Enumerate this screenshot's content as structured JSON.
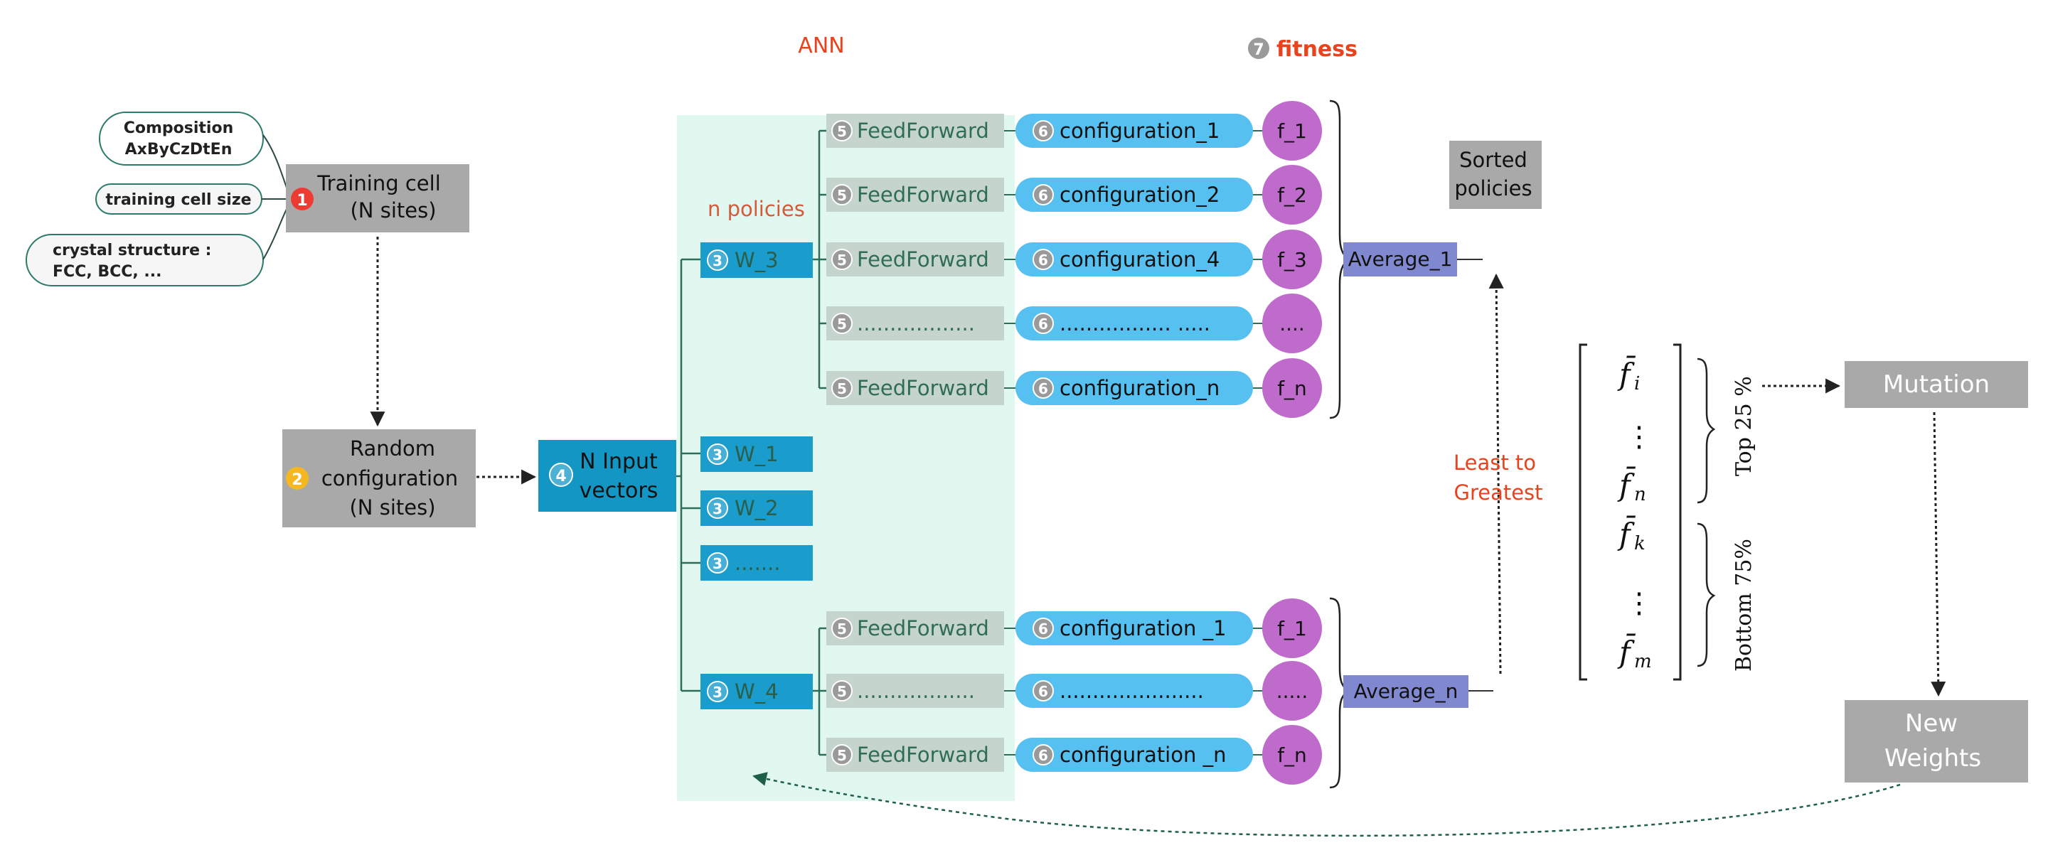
{
  "header": {
    "ann": "ANN",
    "fitness": "fitness",
    "fitness_badge": "7",
    "n_policies": "n policies"
  },
  "inputs": {
    "composition_1": "Composition",
    "composition_2": "AxByCzDtEn",
    "cell_size": "training cell size",
    "crystal_1": "crystal structure :",
    "crystal_2": "FCC, BCC, ..."
  },
  "training": {
    "badge": "1",
    "line1": "Training cell",
    "line2": "(N sites)"
  },
  "random": {
    "badge": "2",
    "line1": "Random",
    "line2": "configuration",
    "line3": "(N sites)"
  },
  "input_vectors": {
    "badge": "4",
    "line1": "N Input",
    "line2": "vectors"
  },
  "weights": [
    {
      "badge": "3",
      "label": "W_3"
    },
    {
      "badge": "3",
      "label": "W_1"
    },
    {
      "badge": "3",
      "label": "W_2"
    },
    {
      "badge": "3",
      "label": "......."
    },
    {
      "badge": "3",
      "label": "W_4"
    }
  ],
  "top_rows": [
    {
      "ff_badge": "5",
      "ff": "FeedForward",
      "cfg_badge": "6",
      "cfg": "configuration_1",
      "fit": "f_1"
    },
    {
      "ff_badge": "5",
      "ff": "FeedForward",
      "cfg_badge": "6",
      "cfg": "configuration_2",
      "fit": "f_2"
    },
    {
      "ff_badge": "5",
      "ff": "FeedForward",
      "cfg_badge": "6",
      "cfg": "configuration_4",
      "fit": "f_3"
    },
    {
      "ff_badge": "5",
      "ff": "..................",
      "cfg_badge": "6",
      "cfg": "................. .....",
      "fit": "...."
    },
    {
      "ff_badge": "5",
      "ff": "FeedForward",
      "cfg_badge": "6",
      "cfg": "configuration_n",
      "fit": "f_n"
    }
  ],
  "bottom_rows": [
    {
      "ff_badge": "5",
      "ff": "FeedForward",
      "cfg_badge": "6",
      "cfg": "configuration _1",
      "fit": "f_1"
    },
    {
      "ff_badge": "5",
      "ff": "..................",
      "cfg_badge": "6",
      "cfg": "......................",
      "fit": "....."
    },
    {
      "ff_badge": "5",
      "ff": "FeedForward",
      "cfg_badge": "6",
      "cfg": "configuration _n",
      "fit": "f_n"
    }
  ],
  "averages": {
    "top": "Average_1",
    "bottom": "Average_n"
  },
  "sorted": {
    "line1": "Sorted",
    "line2": "policies"
  },
  "least_greatest": {
    "line1": "Least to",
    "line2": "Greatest"
  },
  "ranking": {
    "f_i": "f̄",
    "f_i_sub": "i",
    "f_n": "f̄",
    "f_n_sub": "n",
    "f_k": "f̄",
    "f_k_sub": "k",
    "f_m": "f̄",
    "f_m_sub": "m",
    "vdots": "⋮",
    "top": "Top 25 %",
    "bottom": "Bottom 75%"
  },
  "mutation": "Mutation",
  "new_weights": {
    "line1": "New",
    "line2": "Weights"
  },
  "colors": {
    "gray_box": "#a9a9a9",
    "teal_box": "#1396c4",
    "weight_box": "#1a9ccc",
    "ff_box": "#c5d4cc",
    "cfg_pill": "#56c0f0",
    "fit_circle": "#bf6bcc",
    "avg_box": "#8089cf",
    "ann_bg": "#e1f8f0",
    "red_text": "#e8431c",
    "ff_text": "#2f6d55",
    "badge_red": "#ec3b33",
    "badge_yellow": "#f5b820",
    "badge_gray": "#9a9a9a"
  }
}
